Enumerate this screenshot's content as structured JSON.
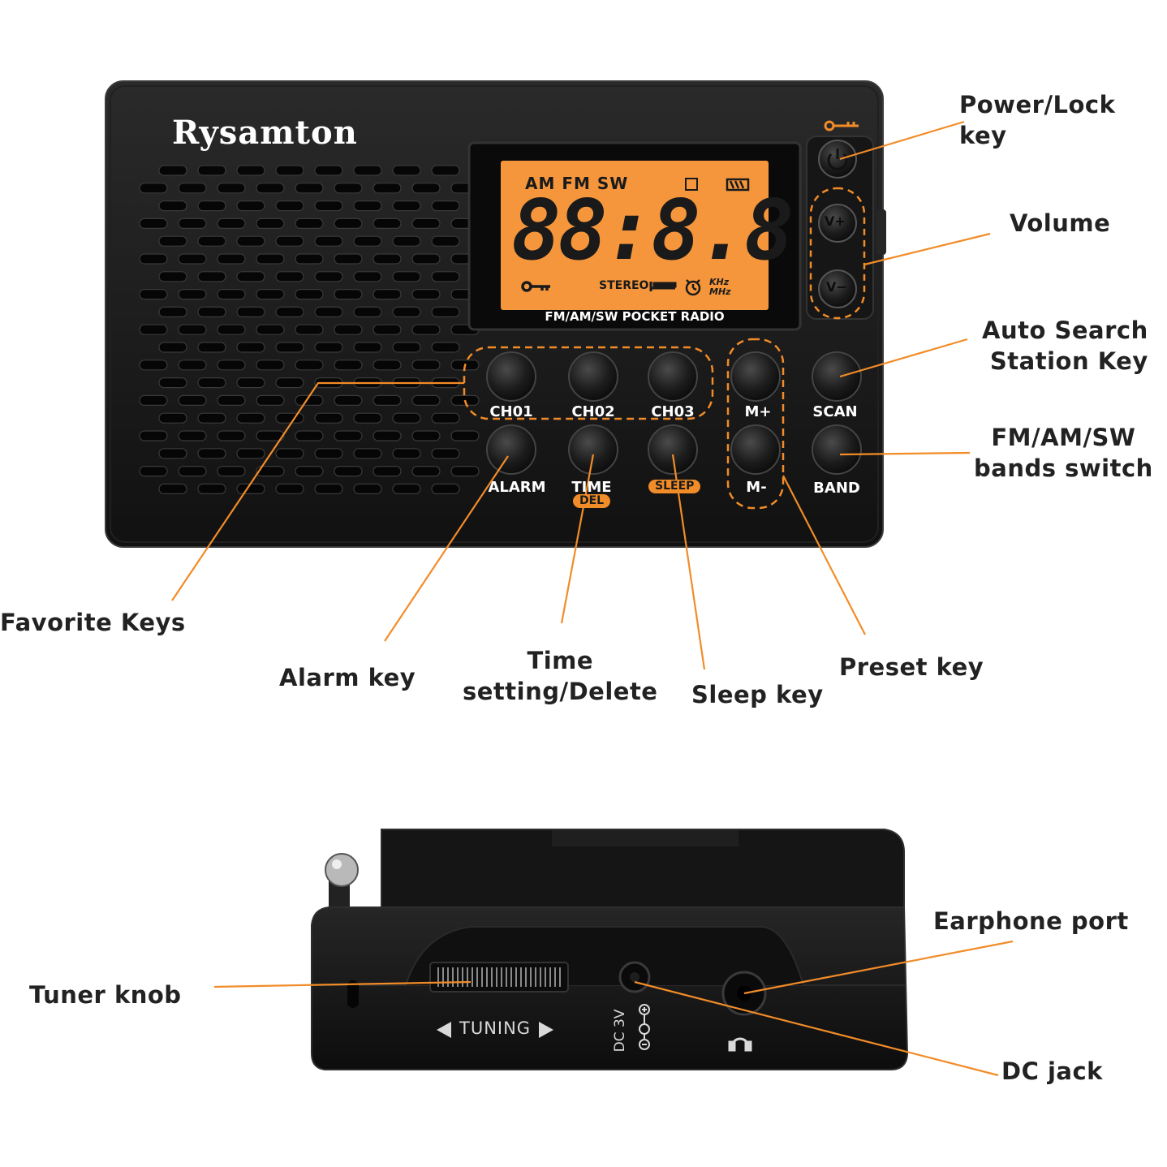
{
  "brand": "Rysamton",
  "display": {
    "bands": "AM FM SW",
    "digits": "88:8.8",
    "stereo": "STEREO",
    "units_khz": "KHz",
    "units_mhz": "MHz",
    "caption": "FM/AM/SW POCKET RADIO"
  },
  "buttons": {
    "ch01": "CH01",
    "ch02": "CH02",
    "ch03": "CH03",
    "alarm": "ALARM",
    "time": "TIME",
    "del": "DEL",
    "sleep": "SLEEP",
    "mplus": "M+",
    "mminus": "M-",
    "scan": "SCAN",
    "band": "BAND"
  },
  "side": {
    "tuning": "TUNING",
    "dc": "DC 3V"
  },
  "callouts": {
    "power_lock": "Power/Lock key",
    "volume": "Volume",
    "auto_search": "Auto Search\nStation Key",
    "bands_switch": "FM/AM/SW\nbands switch",
    "favorite": "Favorite Keys",
    "alarm": "Alarm key",
    "time_setting": "Time\nsetting/Delete",
    "sleep": "Sleep key",
    "preset": "Preset key",
    "earphone": "Earphone port",
    "tuner": "Tuner knob",
    "dc_jack": "DC jack"
  },
  "colors": {
    "accent": "#f28c28",
    "body": "#141414",
    "lcd": "#f5963c"
  }
}
